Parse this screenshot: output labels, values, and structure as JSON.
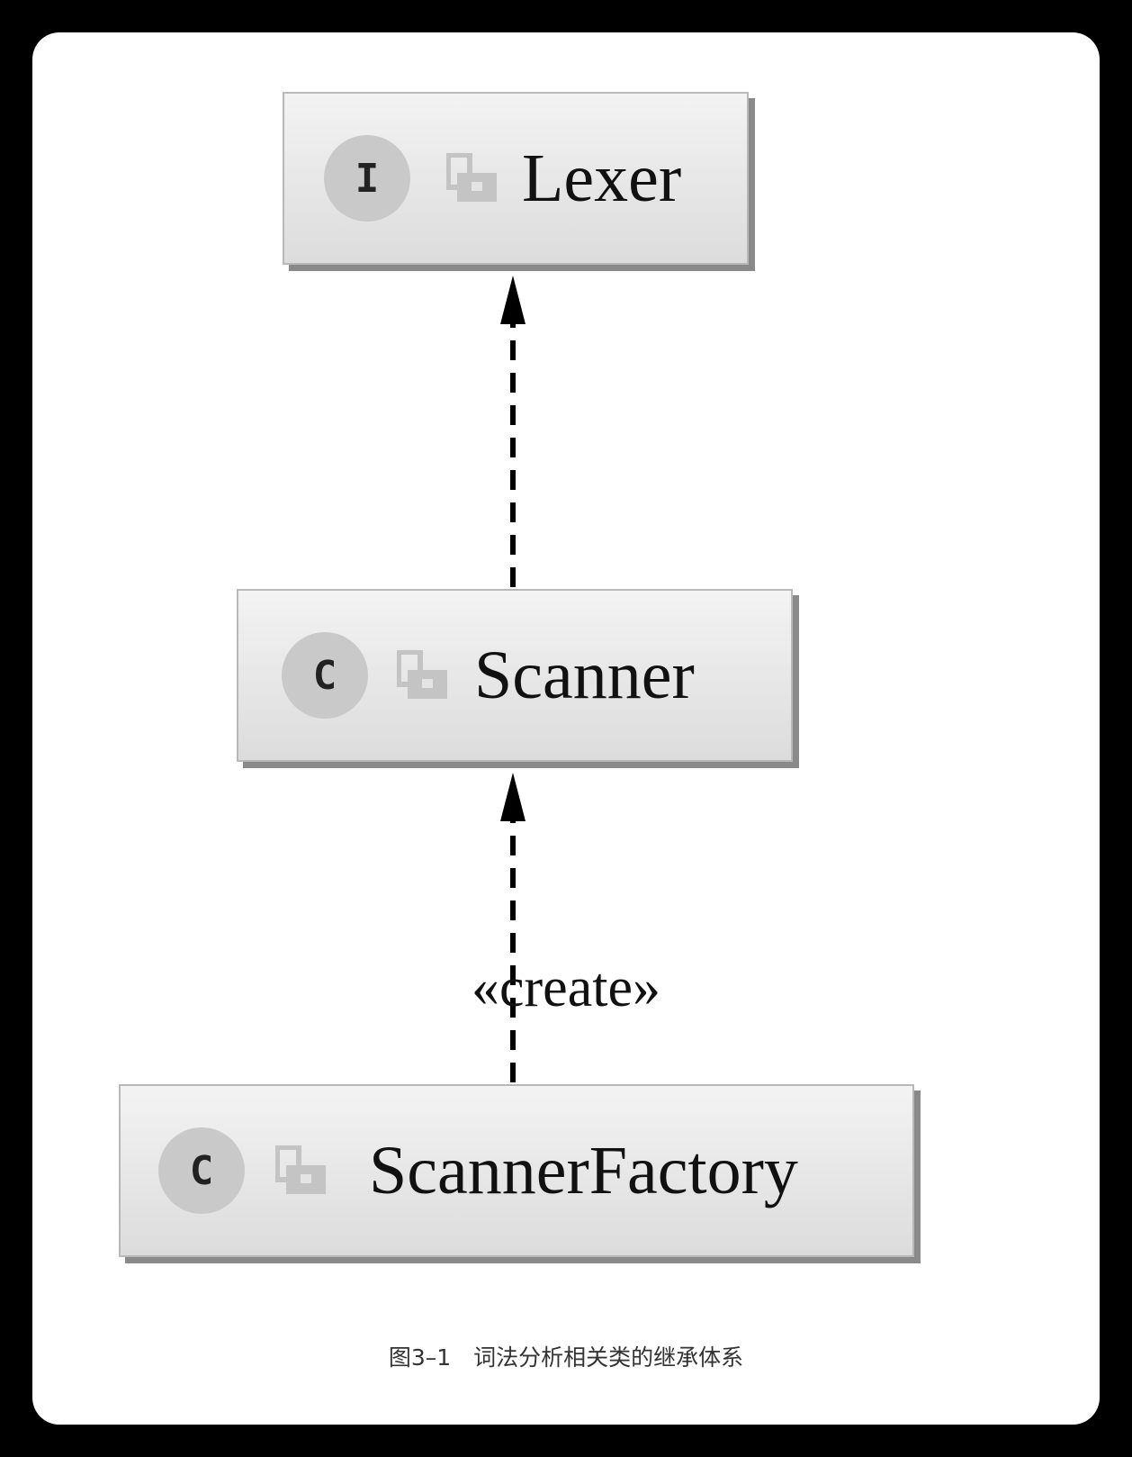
{
  "diagram": {
    "nodes": [
      {
        "id": "lexer",
        "kind": "I",
        "kind_name": "interface-icon",
        "access_icon": "lock-icon",
        "label": "Lexer"
      },
      {
        "id": "scanner",
        "kind": "C",
        "kind_name": "class-icon",
        "access_icon": "lock-icon",
        "label": "Scanner"
      },
      {
        "id": "scanner-factory",
        "kind": "C",
        "kind_name": "class-icon",
        "access_icon": "lock-icon",
        "label": "ScannerFactory"
      }
    ],
    "edges": [
      {
        "from": "scanner",
        "to": "lexer",
        "style": "dashed",
        "arrow": "filled",
        "label": ""
      },
      {
        "from": "scanner-factory",
        "to": "scanner",
        "style": "dashed",
        "arrow": "filled",
        "label": "«create»"
      }
    ]
  },
  "caption": "图3–1　词法分析相关类的继承体系",
  "colors": {
    "background": "#000000",
    "card": "#ffffff",
    "node_fill": "#e6e6e6",
    "node_border": "#b8b8b8",
    "shadow": "#8a8a8a",
    "edge": "#000000"
  }
}
